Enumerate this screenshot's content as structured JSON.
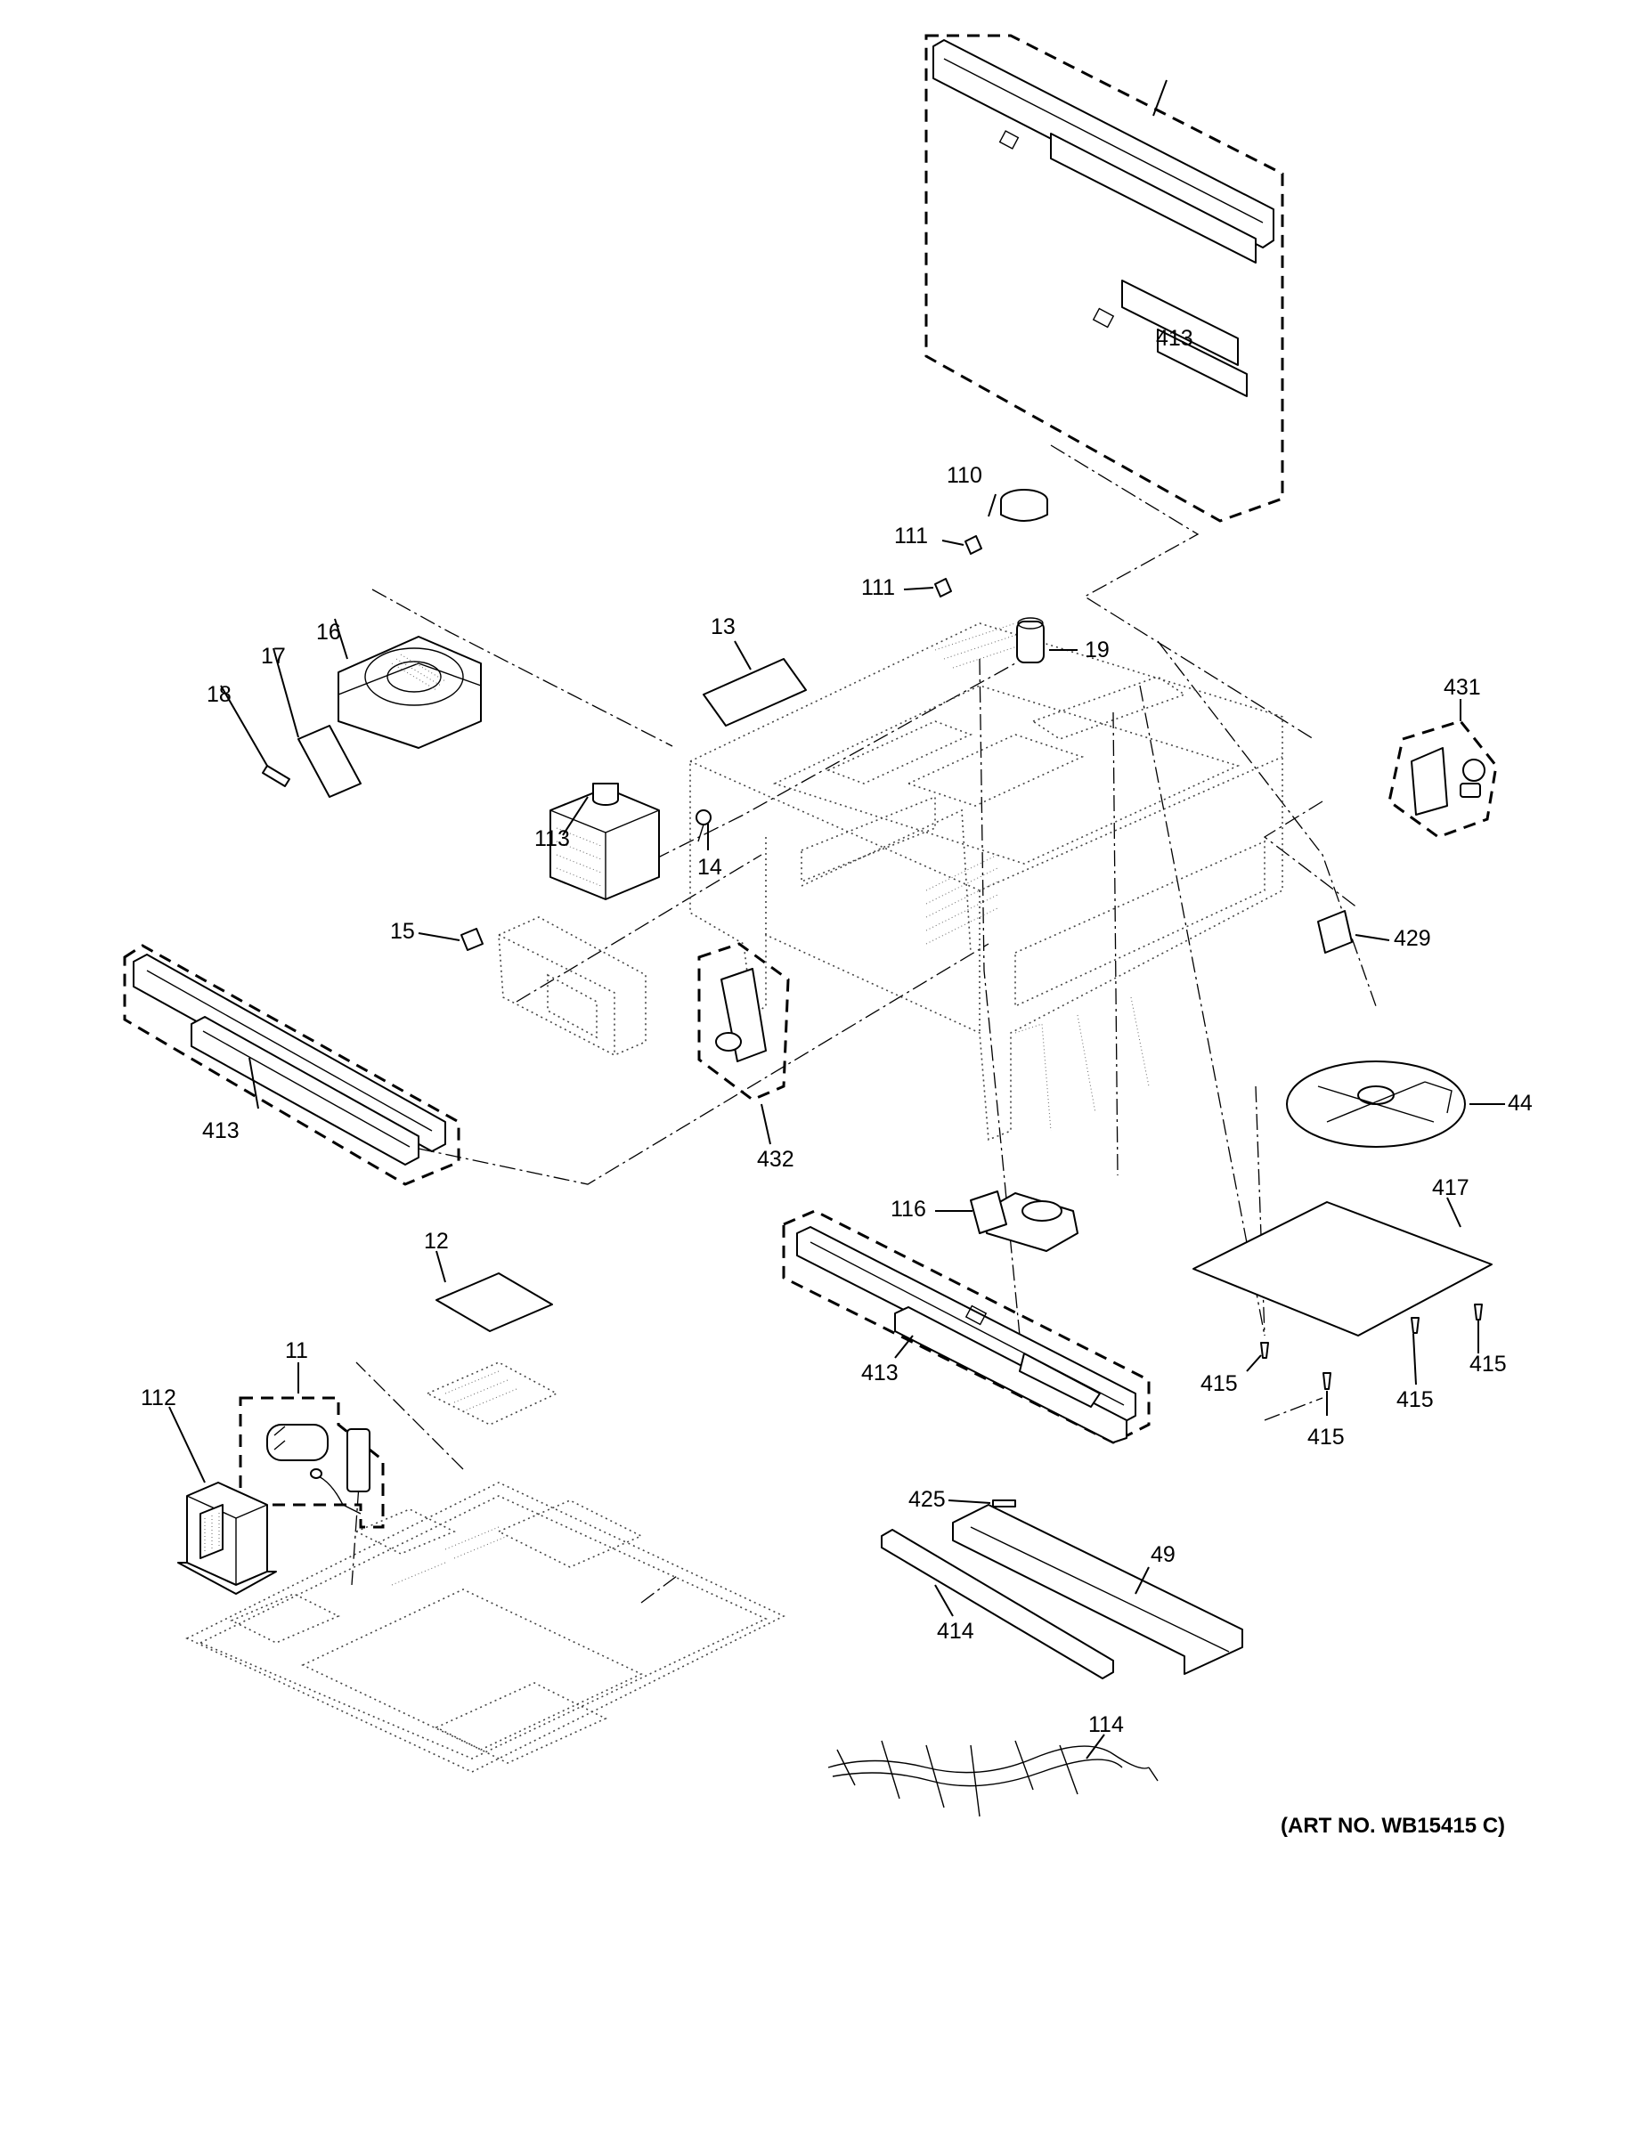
{
  "callouts": [
    {
      "id": "c413a",
      "text": "413"
    },
    {
      "id": "c110",
      "text": "110"
    },
    {
      "id": "c111a",
      "text": "111"
    },
    {
      "id": "c111b",
      "text": "111"
    },
    {
      "id": "c13",
      "text": "13"
    },
    {
      "id": "c19",
      "text": "19"
    },
    {
      "id": "c16",
      "text": "16"
    },
    {
      "id": "c17",
      "text": "17"
    },
    {
      "id": "c18",
      "text": "18"
    },
    {
      "id": "c431",
      "text": "431"
    },
    {
      "id": "c113",
      "text": "113"
    },
    {
      "id": "c14",
      "text": "14"
    },
    {
      "id": "c15",
      "text": "15"
    },
    {
      "id": "c429",
      "text": "429"
    },
    {
      "id": "c413b",
      "text": "413"
    },
    {
      "id": "c44",
      "text": "44"
    },
    {
      "id": "c432",
      "text": "432"
    },
    {
      "id": "c116",
      "text": "116"
    },
    {
      "id": "c417",
      "text": "417"
    },
    {
      "id": "c12",
      "text": "12"
    },
    {
      "id": "c11",
      "text": "11"
    },
    {
      "id": "c112",
      "text": "112"
    },
    {
      "id": "c413c",
      "text": "413"
    },
    {
      "id": "c415a",
      "text": "415"
    },
    {
      "id": "c415b",
      "text": "415"
    },
    {
      "id": "c415c",
      "text": "415"
    },
    {
      "id": "c415d",
      "text": "415"
    },
    {
      "id": "c425",
      "text": "425"
    },
    {
      "id": "c49",
      "text": "49"
    },
    {
      "id": "c414",
      "text": "414"
    },
    {
      "id": "c114",
      "text": "114"
    }
  ],
  "art_number": "(ART NO. WB15415 C)"
}
